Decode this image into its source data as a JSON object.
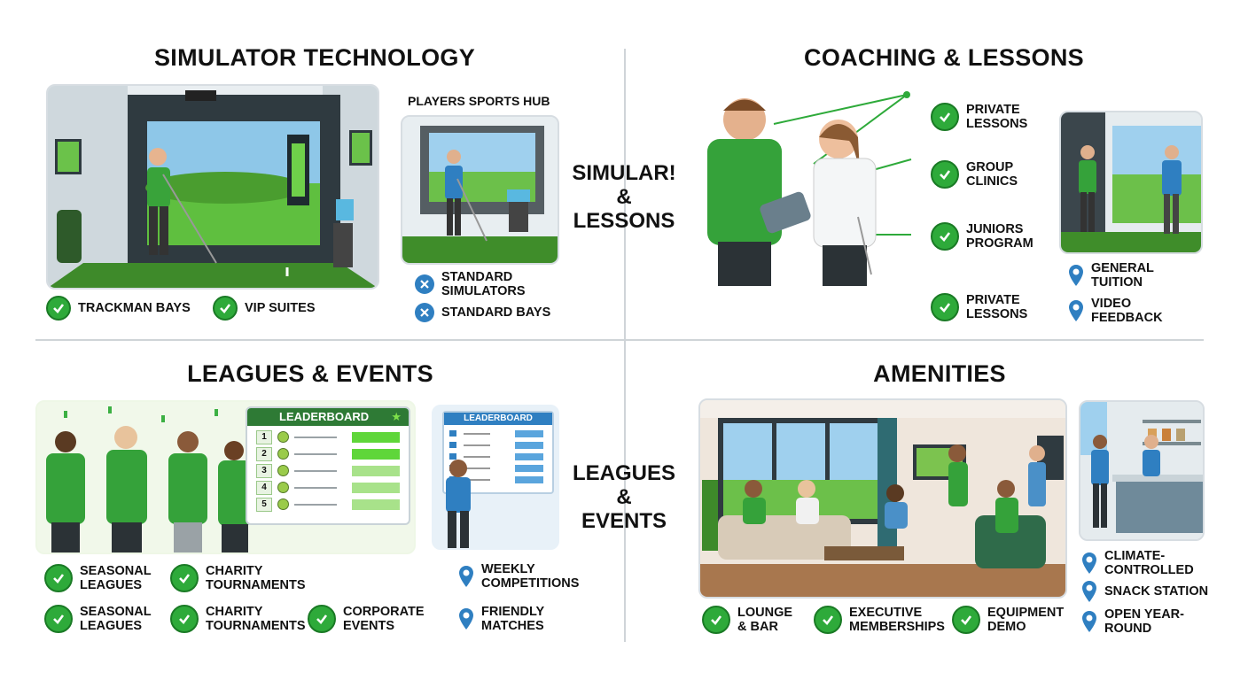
{
  "sections": {
    "simulator": {
      "title": "SIMULATOR TECHNOLOGY",
      "features": [
        "TRACKMAN BAYS",
        "VIP SUITES"
      ],
      "comparison": {
        "caption": "PLAYERS SPORTS HUB",
        "items": [
          "STANDARD SIMULATORS",
          "STANDARD BAYS"
        ]
      }
    },
    "coaching": {
      "title": "COACHING & LESSONS",
      "features": [
        "PRIVATE LESSONS",
        "GROUP CLINICS",
        "JUNIORS PROGRAM",
        "PRIVATE LESSONS"
      ],
      "comparison": {
        "items": [
          "GENERAL TUITION",
          "VIDEO FEEDBACK"
        ]
      }
    },
    "leagues": {
      "title": "LEAGUES & EVENTS",
      "leaderboard_label": "LEADERBOARD",
      "leaderboard_ranks": [
        "1",
        "2",
        "3",
        "4",
        "5"
      ],
      "features": [
        "SEASONAL LEAGUES",
        "CHARITY TOURNAMENTS",
        "SEASONAL LEAGUES",
        "CHARITY TOURNAMENTS",
        "CORPORATE EVENTS"
      ],
      "comparison": {
        "leaderboard_label": "LEADERBOARD",
        "items": [
          "WEEKLY COMPETITIONS",
          "FRIENDLY MATCHES"
        ]
      }
    },
    "amenities": {
      "title": "AMENITIES",
      "features": [
        "LOUNGE & BAR",
        "EXECUTIVE MEMBERSHIPS",
        "EQUIPMENT DEMO"
      ],
      "comparison": {
        "items": [
          "CLIMATE-CONTROLLED",
          "SNACK STATION",
          "OPEN YEAR-ROUND"
        ]
      }
    }
  },
  "center_labels": {
    "top": [
      "SIMULAR!",
      "&",
      "LESSONS"
    ],
    "bottom": [
      "LEAGUES",
      "&",
      "EVENTS"
    ]
  },
  "colors": {
    "check_green": "#2eaa3a",
    "compare_blue": "#2f7fc1",
    "divider": "#cfd4d8"
  }
}
